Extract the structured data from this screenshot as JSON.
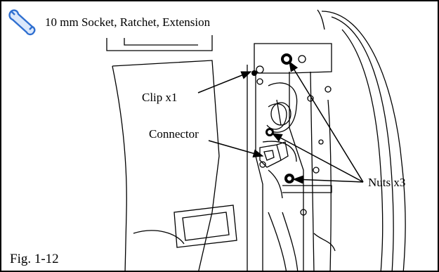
{
  "tools": {
    "text": "10 mm Socket, Ratchet, Extension",
    "icon": "wrench-icon"
  },
  "callouts": {
    "clip": "Clip x1",
    "connector": "Connector",
    "nuts": "Nuts x3"
  },
  "figure_label": "Fig. 1-12",
  "colors": {
    "wrench": "#2f6fd0",
    "line": "#000000",
    "border": "#000000"
  }
}
